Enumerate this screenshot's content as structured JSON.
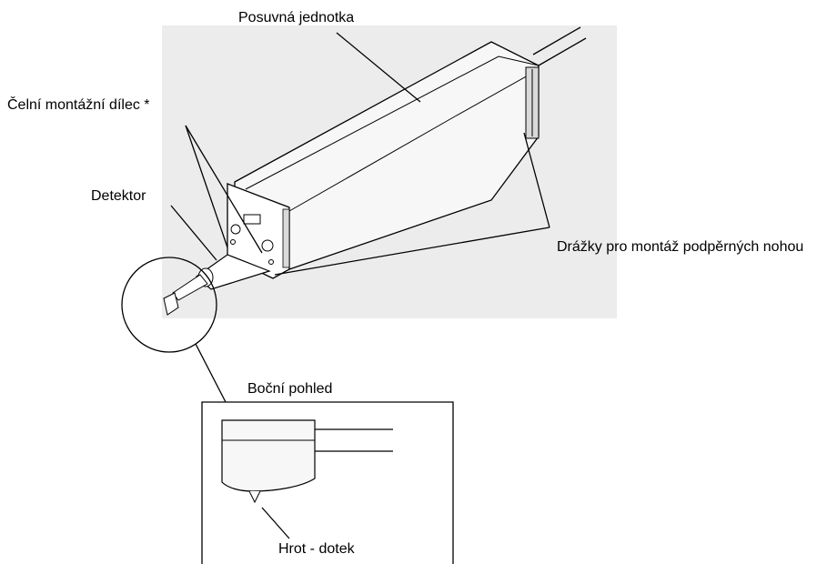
{
  "labels": {
    "sliding_unit": "Posuvná jednotka",
    "front_mount": "Čelní montážní dílec *",
    "detector": "Detektor",
    "grooves": "Drážky pro montáž podpěrných nohou",
    "side_view": "Boční pohled",
    "stylus": "Hrot - dotek"
  },
  "colors": {
    "line": "#000000",
    "photo_bg": "#ececec",
    "housing_fill": "#f7f7f7",
    "shade": "#d9d9d9"
  }
}
